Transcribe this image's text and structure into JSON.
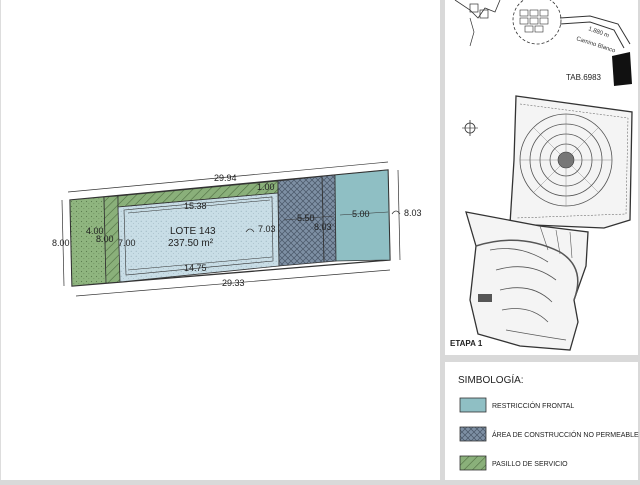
{
  "lot": {
    "name": "LOTE 143",
    "area": "237.50 m²"
  },
  "dimensions": {
    "top": "29.94",
    "bottom": "29.33",
    "left": "8.00",
    "right": "8.03",
    "top_small": "1.00",
    "inner_top": "15.38",
    "inner_bottom": "14.75",
    "back_width": "4.00",
    "back_depth": "8.00",
    "inner_left": "7.00",
    "inner_right": "7.03",
    "garage_width": "5.50",
    "garage_depth": "8.03",
    "front_width": "5.00"
  },
  "location": {
    "table_ref": "TAB.6983",
    "road_name": "Camino Blanco",
    "road_dist": "1,880 m",
    "stage_label": "ETAPA 1"
  },
  "legend": {
    "title": "SIMBOLOGÍA:",
    "items": [
      {
        "label": "RESTRICCIÓN FRONTAL",
        "color": "#8fbfc4"
      },
      {
        "label": "ÁREA DE CONSTRUCCIÓN NO PERMEABLE",
        "color": "#7d8fa3"
      },
      {
        "label": "PASILLO DE SERVICIO",
        "color": "#8ab07a"
      }
    ]
  },
  "colors": {
    "front": "#8fbfc4",
    "nonpermeable": "#7d8fa3",
    "service": "#8ab07a",
    "lot_fill": "#c8dde6",
    "page": "#ffffff",
    "frame": "#d9d9d9"
  }
}
